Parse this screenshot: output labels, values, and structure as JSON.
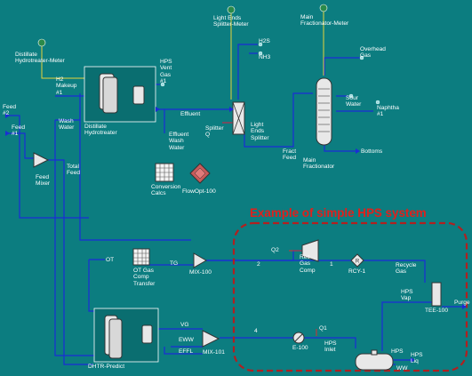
{
  "title": "Example of simple HPS system",
  "colors": {
    "background": "#0c7d80",
    "stream": "#1b2dd6",
    "energy": "#d63030",
    "signal": "#e6d23a",
    "label": "#ffffff",
    "highlight_box": "#b02020"
  },
  "labels": {
    "distillate_meter": "Distillate\nHydrotreater-Meter",
    "h2_makeup": "H2\nMakeup\n#1",
    "hps_vent_gas": "HPS\nVent\nGas\n#1",
    "feed2": "Feed\n#2",
    "feed1": "Feed\n#1",
    "wash_water": "Wash\nWater",
    "distillate_hydrotreater": "Distillate\nHydrotreater",
    "effluent": "Effluent",
    "effluent_wash_water": "Effluent\nWash\nWater",
    "splitter_q": "Splitter\nQ",
    "light_ends_meter": "Light Ends\nSplitter-Meter",
    "h2s": "H2S",
    "nh3": "NH3",
    "light_ends_splitter": "Light\nEnds\nSplitter",
    "main_fractionator_meter": "Main\nFractionator-Meter",
    "overhead_gas": "Overhead\nGas",
    "sour_water": "Sour\nWater",
    "naphtha": "Naphtha\n#1",
    "fract_feed": "Fract\nFeed",
    "bottoms": "Bottoms",
    "main_fractionator": "Main\nFractionator",
    "feed_mixer": "Feed\nMixer",
    "total_feed": "Total\nFeed",
    "conversion_calcs": "Conversion\nCalcs",
    "flowopt": "FlowOpt-100",
    "ot": "OT",
    "ot_gas_comp": "OT Gas\nComp\nTransfer",
    "tg": "TG",
    "mix100": "MIX-100",
    "q2": "Q2",
    "rec_gas_comp": "Rec\nGas\nComp",
    "rcy1": "RCY-1",
    "recycle_gas": "Recycle\nGas",
    "hps_vap": "HPS\nVap",
    "tee100": "TEE-100",
    "purge": "Purge",
    "q1": "Q1",
    "vg": "VG",
    "eww": "EWW",
    "effl": "EFFL",
    "mix101": "MIX-101",
    "e100": "E-100",
    "hps_inlet": "HPS\nInlet",
    "hps": "HPS",
    "hps_liq": "HPS\nLiq",
    "ww": "WW",
    "dhtr_predict": "DHTR-Predict"
  },
  "stream_numbers": {
    "s2": "2",
    "s1": "1",
    "s4": "4"
  }
}
